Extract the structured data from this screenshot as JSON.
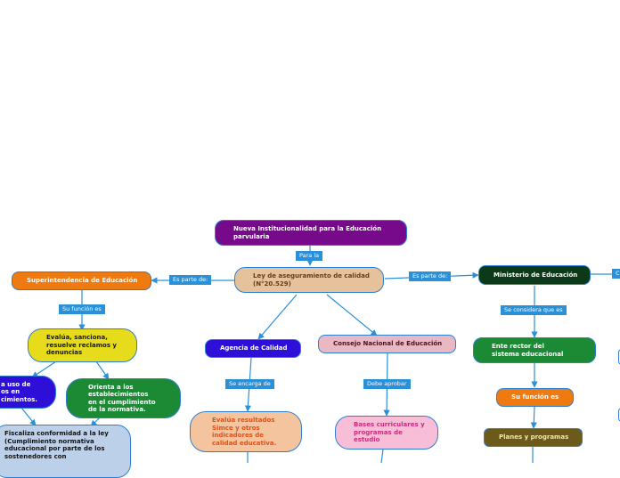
{
  "nodes": {
    "root": {
      "text": "Nueva Institucionalidad para la Educación parvularia",
      "bg": "#760a8a",
      "color": "#ffffff"
    },
    "ley": {
      "text": "Ley de aseguramiento de calidad (N°20.529)",
      "bg": "#e5c19c",
      "color": "#6a3a1a"
    },
    "superintendencia": {
      "text": "Superintendencia de Educación",
      "bg": "#ef7a12",
      "color": "#ffffff"
    },
    "evalua_sanciona": {
      "text": "Evalúa, sanciona, resuelve reclamos y denuncias",
      "bg": "#e6dc1c",
      "color": "#1a1a1a"
    },
    "fiscaliza_uso": {
      "text": "a uso de\nos en\ncimientos.",
      "bg": "#2d0fd8",
      "color": "#ffffff"
    },
    "orienta": {
      "text": "Orienta a los establecimientos en el cumplimiento de la normativa.",
      "bg": "#1c8a34",
      "color": "#ffffff"
    },
    "fiscaliza_conformidad": {
      "text": "Fiscaliza conformidad a la ley (Cumplimiento normativa educacional por parte de los sostenedores con",
      "bg": "#bdd0e9",
      "color": "#111111"
    },
    "agencia": {
      "text": "Agencia de Calidad",
      "bg": "#2d0fd8",
      "color": "#ffffff"
    },
    "evalua_resultados": {
      "text": "Evalúa resultados Simce y otros indicadores de calidad educativa.",
      "bg": "#f4c49e",
      "color": "#e0501a"
    },
    "consejo": {
      "text": "Consejo Nacional de Educación",
      "bg": "#e8b9c2",
      "color": "#4a1020"
    },
    "bases": {
      "text": "Bases curriculares y programas de estudio",
      "bg": "#f8bed8",
      "color": "#d2287e"
    },
    "ministerio": {
      "text": "Ministerio de Educación",
      "bg": "#0c3a18",
      "color": "#ffffff"
    },
    "ente_rector": {
      "text": "Ente rector del sistema educacional",
      "bg": "#1c8a34",
      "color": "#ffffff"
    },
    "funcion": {
      "text": "Su función es",
      "bg": "#ef7a12",
      "color": "#ffffff"
    },
    "planes": {
      "text": "Planes y programas",
      "bg": "#6b5a1a",
      "color": "#f4e6b0"
    }
  },
  "edge_labels": {
    "para_la": "Para la",
    "es_parte_left": "Es parte de:",
    "es_parte_right": "Es parte de:",
    "su_funcion_es": "Su función es",
    "se_encarga_de": "Se encarga de",
    "debe_aprobar": "Debe aprobar",
    "se_considera_que_es": "Se considera que es",
    "cut_right": "C"
  },
  "colors": {
    "connector": "#2a90d8",
    "node_border": "#2f7fd0"
  }
}
